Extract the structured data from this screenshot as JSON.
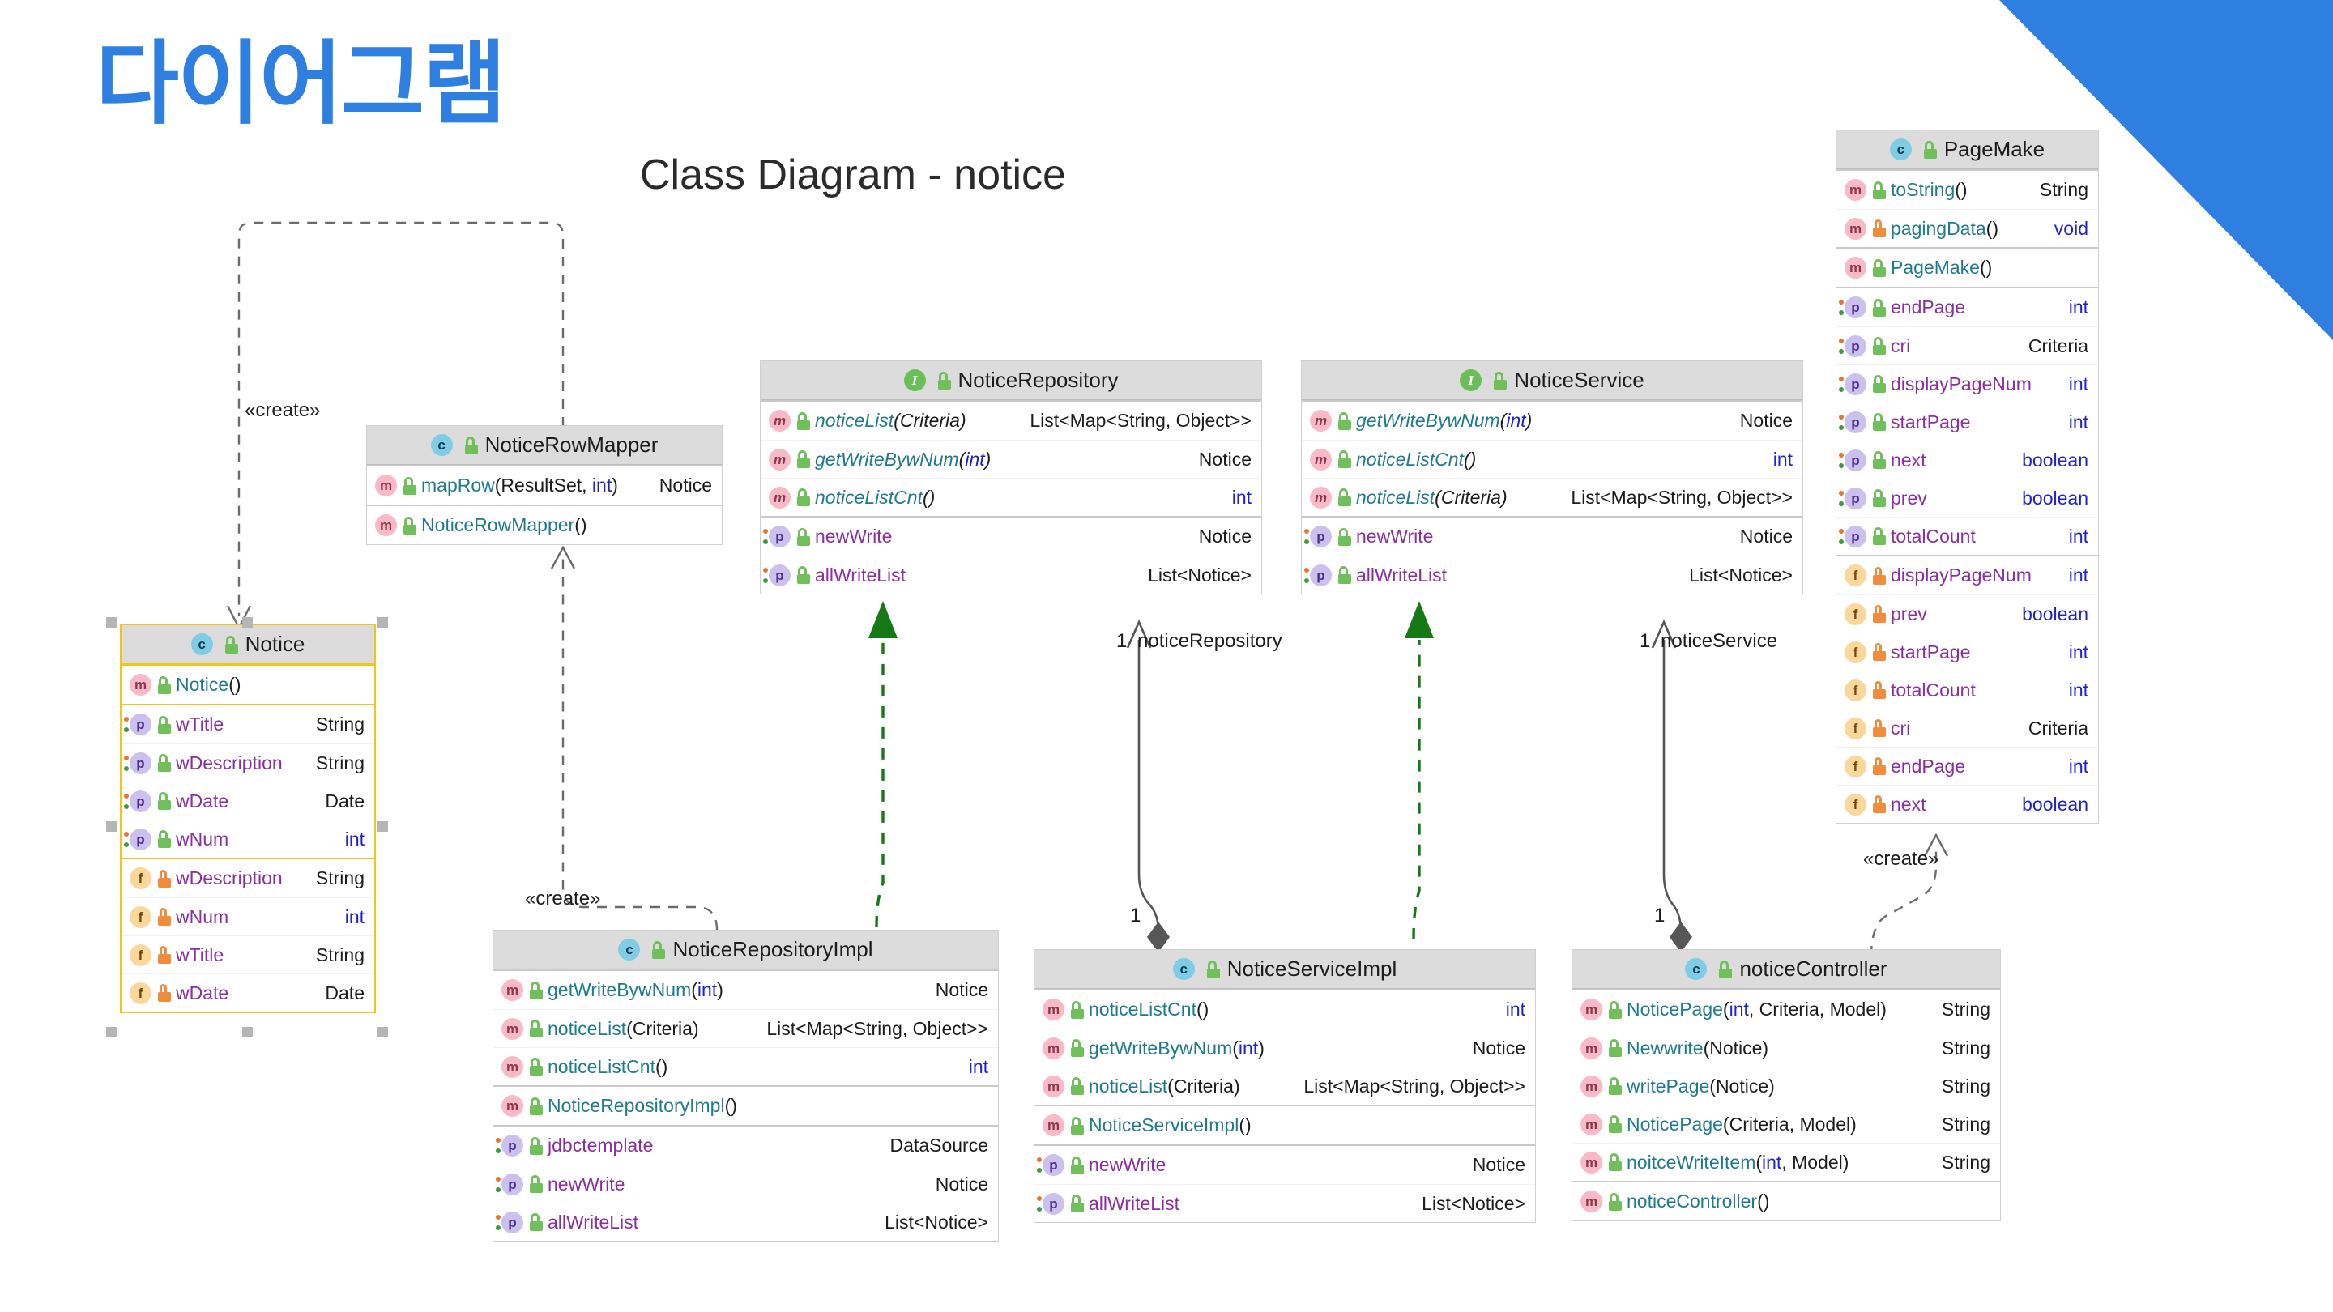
{
  "page": {
    "title_ko": "다이어그램",
    "title_en": "Class Diagram - notice",
    "accent_blue": "#2e7fe0",
    "selection_gold": "#f0c419",
    "header_gray": "#dcdcdc",
    "realize_green": "#157a15"
  },
  "classes": {
    "notice": {
      "name": "Notice",
      "kind_icon": "class-icon",
      "visibility_icon": "unlock-icon",
      "selected": true,
      "sections": [
        {
          "rows": [
            {
              "kind": "m",
              "lock": "open",
              "name": "Notice",
              "params": "()",
              "type": ""
            }
          ]
        },
        {
          "rows": [
            {
              "kind": "p",
              "lock": "open",
              "name": "wTitle",
              "params": "",
              "type": "String"
            },
            {
              "kind": "p",
              "lock": "open",
              "name": "wDescription",
              "params": "",
              "type": "String"
            },
            {
              "kind": "p",
              "lock": "open",
              "name": "wDate",
              "params": "",
              "type": "Date"
            },
            {
              "kind": "p",
              "lock": "open",
              "name": "wNum",
              "params": "",
              "type": "int"
            }
          ]
        },
        {
          "rows": [
            {
              "kind": "f",
              "lock": "closed",
              "name": "wDescription",
              "params": "",
              "type": "String"
            },
            {
              "kind": "f",
              "lock": "closed",
              "name": "wNum",
              "params": "",
              "type": "int"
            },
            {
              "kind": "f",
              "lock": "closed",
              "name": "wTitle",
              "params": "",
              "type": "String"
            },
            {
              "kind": "f",
              "lock": "closed",
              "name": "wDate",
              "params": "",
              "type": "Date"
            }
          ]
        }
      ]
    },
    "noticeRowMapper": {
      "name": "NoticeRowMapper",
      "kind_icon": "class-icon",
      "visibility_icon": "unlock-icon",
      "selected": false,
      "sections": [
        {
          "rows": [
            {
              "kind": "m",
              "lock": "open",
              "name": "mapRow",
              "params": "(ResultSet, int)",
              "type": "Notice"
            }
          ]
        },
        {
          "rows": [
            {
              "kind": "m",
              "lock": "open",
              "name": "NoticeRowMapper",
              "params": "()",
              "type": ""
            }
          ]
        }
      ]
    },
    "noticeRepository": {
      "name": "NoticeRepository",
      "kind_icon": "interface-icon",
      "visibility_icon": "unlock-icon",
      "selected": false,
      "sections": [
        {
          "rows": [
            {
              "kind": "m",
              "abstract": true,
              "lock": "open",
              "name": "noticeList",
              "params": "(Criteria)",
              "type": "List<Map<String, Object>>"
            },
            {
              "kind": "m",
              "abstract": true,
              "lock": "open",
              "name": "getWriteBywNum",
              "params": "(int)",
              "type": "Notice"
            },
            {
              "kind": "m",
              "abstract": true,
              "lock": "open",
              "name": "noticeListCnt",
              "params": "()",
              "type": "int"
            }
          ]
        },
        {
          "rows": [
            {
              "kind": "p",
              "lock": "open",
              "name": "newWrite",
              "params": "",
              "type": "Notice"
            },
            {
              "kind": "p",
              "lock": "open",
              "name": "allWriteList",
              "params": "",
              "type": "List<Notice>"
            }
          ]
        }
      ]
    },
    "noticeService": {
      "name": "NoticeService",
      "kind_icon": "interface-icon",
      "visibility_icon": "unlock-icon",
      "selected": false,
      "sections": [
        {
          "rows": [
            {
              "kind": "m",
              "abstract": true,
              "lock": "open",
              "name": "getWriteBywNum",
              "params": "(int)",
              "type": "Notice"
            },
            {
              "kind": "m",
              "abstract": true,
              "lock": "open",
              "name": "noticeListCnt",
              "params": "()",
              "type": "int"
            },
            {
              "kind": "m",
              "abstract": true,
              "lock": "open",
              "name": "noticeList",
              "params": "(Criteria)",
              "type": "List<Map<String, Object>>"
            }
          ]
        },
        {
          "rows": [
            {
              "kind": "p",
              "lock": "open",
              "name": "newWrite",
              "params": "",
              "type": "Notice"
            },
            {
              "kind": "p",
              "lock": "open",
              "name": "allWriteList",
              "params": "",
              "type": "List<Notice>"
            }
          ]
        }
      ]
    },
    "noticeRepositoryImpl": {
      "name": "NoticeRepositoryImpl",
      "kind_icon": "class-icon",
      "visibility_icon": "unlock-icon",
      "selected": false,
      "sections": [
        {
          "rows": [
            {
              "kind": "m",
              "lock": "open",
              "name": "getWriteBywNum",
              "params": "(int)",
              "type": "Notice"
            },
            {
              "kind": "m",
              "lock": "open",
              "name": "noticeList",
              "params": "(Criteria)",
              "type": "List<Map<String, Object>>"
            },
            {
              "kind": "m",
              "lock": "open",
              "name": "noticeListCnt",
              "params": "()",
              "type": "int"
            }
          ]
        },
        {
          "rows": [
            {
              "kind": "m",
              "lock": "open",
              "name": "NoticeRepositoryImpl",
              "params": "()",
              "type": ""
            }
          ]
        },
        {
          "rows": [
            {
              "kind": "p",
              "lock": "open",
              "name": "jdbctemplate",
              "params": "",
              "type": "DataSource"
            },
            {
              "kind": "p",
              "lock": "open",
              "name": "newWrite",
              "params": "",
              "type": "Notice"
            },
            {
              "kind": "p",
              "lock": "open",
              "name": "allWriteList",
              "params": "",
              "type": "List<Notice>"
            }
          ]
        }
      ]
    },
    "noticeServiceImpl": {
      "name": "NoticeServiceImpl",
      "kind_icon": "class-icon",
      "visibility_icon": "unlock-icon",
      "selected": false,
      "sections": [
        {
          "rows": [
            {
              "kind": "m",
              "lock": "open",
              "name": "noticeListCnt",
              "params": "()",
              "type": "int"
            },
            {
              "kind": "m",
              "lock": "open",
              "name": "getWriteBywNum",
              "params": "(int)",
              "type": "Notice"
            },
            {
              "kind": "m",
              "lock": "open",
              "name": "noticeList",
              "params": "(Criteria)",
              "type": "List<Map<String, Object>>"
            }
          ]
        },
        {
          "rows": [
            {
              "kind": "m",
              "lock": "open",
              "name": "NoticeServiceImpl",
              "params": "()",
              "type": ""
            }
          ]
        },
        {
          "rows": [
            {
              "kind": "p",
              "lock": "open",
              "name": "newWrite",
              "params": "",
              "type": "Notice"
            },
            {
              "kind": "p",
              "lock": "open",
              "name": "allWriteList",
              "params": "",
              "type": "List<Notice>"
            }
          ]
        }
      ]
    },
    "noticeController": {
      "name": "noticeController",
      "kind_icon": "class-icon",
      "visibility_icon": "unlock-icon",
      "selected": false,
      "sections": [
        {
          "rows": [
            {
              "kind": "m",
              "lock": "open",
              "name": "NoticePage",
              "params": "(int, Criteria, Model)",
              "type": "String"
            },
            {
              "kind": "m",
              "lock": "open",
              "name": "Newwrite",
              "params": "(Notice)",
              "type": "String"
            },
            {
              "kind": "m",
              "lock": "open",
              "name": "writePage",
              "params": "(Notice)",
              "type": "String"
            },
            {
              "kind": "m",
              "lock": "open",
              "name": "NoticePage",
              "params": "(Criteria, Model)",
              "type": "String"
            },
            {
              "kind": "m",
              "lock": "open",
              "name": "noitceWriteItem",
              "params": "(int, Model)",
              "type": "String"
            }
          ]
        },
        {
          "rows": [
            {
              "kind": "m",
              "lock": "open",
              "name": "noticeController",
              "params": "()",
              "type": ""
            }
          ]
        }
      ]
    },
    "pageMake": {
      "name": "PageMake",
      "kind_icon": "class-icon",
      "visibility_icon": "unlock-icon",
      "selected": false,
      "sections": [
        {
          "rows": [
            {
              "kind": "m",
              "lock": "open",
              "name": "toString",
              "params": "()",
              "type": "String"
            },
            {
              "kind": "m",
              "lock": "closed",
              "name": "pagingData",
              "params": "()",
              "type": "void"
            }
          ]
        },
        {
          "rows": [
            {
              "kind": "m",
              "lock": "open",
              "name": "PageMake",
              "params": "()",
              "type": ""
            }
          ]
        },
        {
          "rows": [
            {
              "kind": "p",
              "lock": "open",
              "name": "endPage",
              "params": "",
              "type": "int"
            },
            {
              "kind": "p",
              "lock": "open",
              "name": "cri",
              "params": "",
              "type": "Criteria"
            },
            {
              "kind": "p",
              "lock": "open",
              "name": "displayPageNum",
              "params": "",
              "type": "int"
            },
            {
              "kind": "p",
              "lock": "open",
              "name": "startPage",
              "params": "",
              "type": "int"
            },
            {
              "kind": "p",
              "lock": "open",
              "name": "next",
              "params": "",
              "type": "boolean"
            },
            {
              "kind": "p",
              "lock": "open",
              "name": "prev",
              "params": "",
              "type": "boolean"
            },
            {
              "kind": "p",
              "lock": "open",
              "name": "totalCount",
              "params": "",
              "type": "int"
            }
          ]
        },
        {
          "rows": [
            {
              "kind": "f",
              "lock": "closed",
              "name": "displayPageNum",
              "params": "",
              "type": "int"
            },
            {
              "kind": "f",
              "lock": "closed",
              "name": "prev",
              "params": "",
              "type": "boolean"
            },
            {
              "kind": "f",
              "lock": "closed",
              "name": "startPage",
              "params": "",
              "type": "int"
            },
            {
              "kind": "f",
              "lock": "closed",
              "name": "totalCount",
              "params": "",
              "type": "int"
            },
            {
              "kind": "f",
              "lock": "closed",
              "name": "cri",
              "params": "",
              "type": "Criteria"
            },
            {
              "kind": "f",
              "lock": "closed",
              "name": "endPage",
              "params": "",
              "type": "int"
            },
            {
              "kind": "f",
              "lock": "closed",
              "name": "next",
              "params": "",
              "type": "boolean"
            }
          ]
        }
      ]
    }
  },
  "connectors": {
    "create_rowmapper_to_notice": "«create»",
    "create_repoimpl_to_rowmapper": "«create»",
    "create_controller_to_pagemake": "«create»",
    "repo_mult_target": "1",
    "repo_role": "noticeRepository",
    "repo_mult_source": "1",
    "service_mult_target": "1",
    "service_role": "noticeService",
    "service_mult_source": "1"
  }
}
